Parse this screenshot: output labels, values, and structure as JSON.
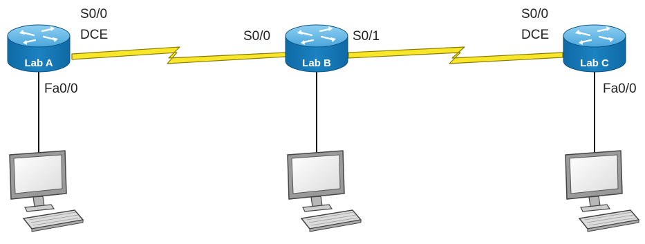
{
  "colors": {
    "router_body": "#1c82c1",
    "router_top": "#62b6e6",
    "serial_link": "#f7e62a",
    "serial_link_outline": "#8a7c00",
    "ethernet_link": "#111111"
  },
  "routers": [
    {
      "name": "Lab A",
      "icon": "router-icon"
    },
    {
      "name": "Lab B",
      "icon": "router-icon"
    },
    {
      "name": "Lab C",
      "icon": "router-icon"
    }
  ],
  "hosts": [
    {
      "icon": "desktop-computer-icon"
    },
    {
      "icon": "desktop-computer-icon"
    },
    {
      "icon": "desktop-computer-icon"
    }
  ],
  "interfaces": {
    "lab_a_serial": "S0/0",
    "lab_a_serial_role": "DCE",
    "lab_a_fast_ethernet": "Fa0/0",
    "lab_b_serial_left": "S0/0",
    "lab_b_serial_right": "S0/1",
    "lab_c_serial": "S0/0",
    "lab_c_serial_role": "DCE",
    "lab_c_fast_ethernet": "Fa0/0"
  }
}
